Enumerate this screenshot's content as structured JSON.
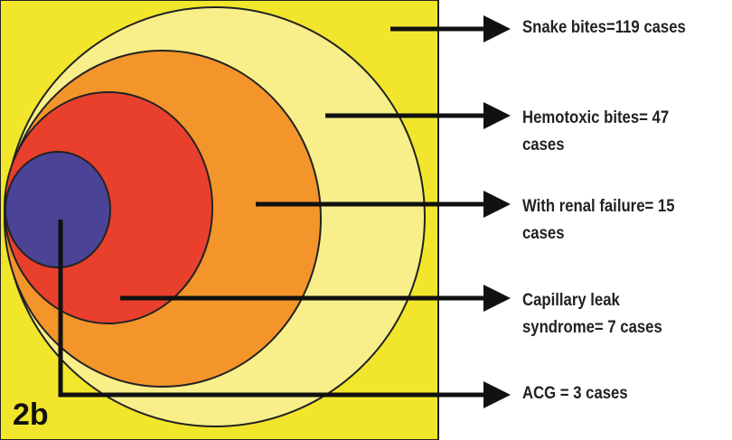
{
  "panel_tag": "2b",
  "colors": {
    "background": "#f2e62c",
    "snake": "#f8ef8a",
    "hemotoxic": "#f3952b",
    "renal": "#e8402c",
    "capillary": "#4a4396"
  },
  "labels": [
    {
      "line1": "Snake bites=119 cases",
      "line2": ""
    },
    {
      "line1": "Hemotoxic bites= 47",
      "line2": "cases"
    },
    {
      "line1": "With renal failure= 15",
      "line2": "cases"
    },
    {
      "line1": "Capillary leak",
      "line2": "syndrome= 7 cases"
    },
    {
      "line1": "ACG = 3 cases",
      "line2": ""
    }
  ]
}
